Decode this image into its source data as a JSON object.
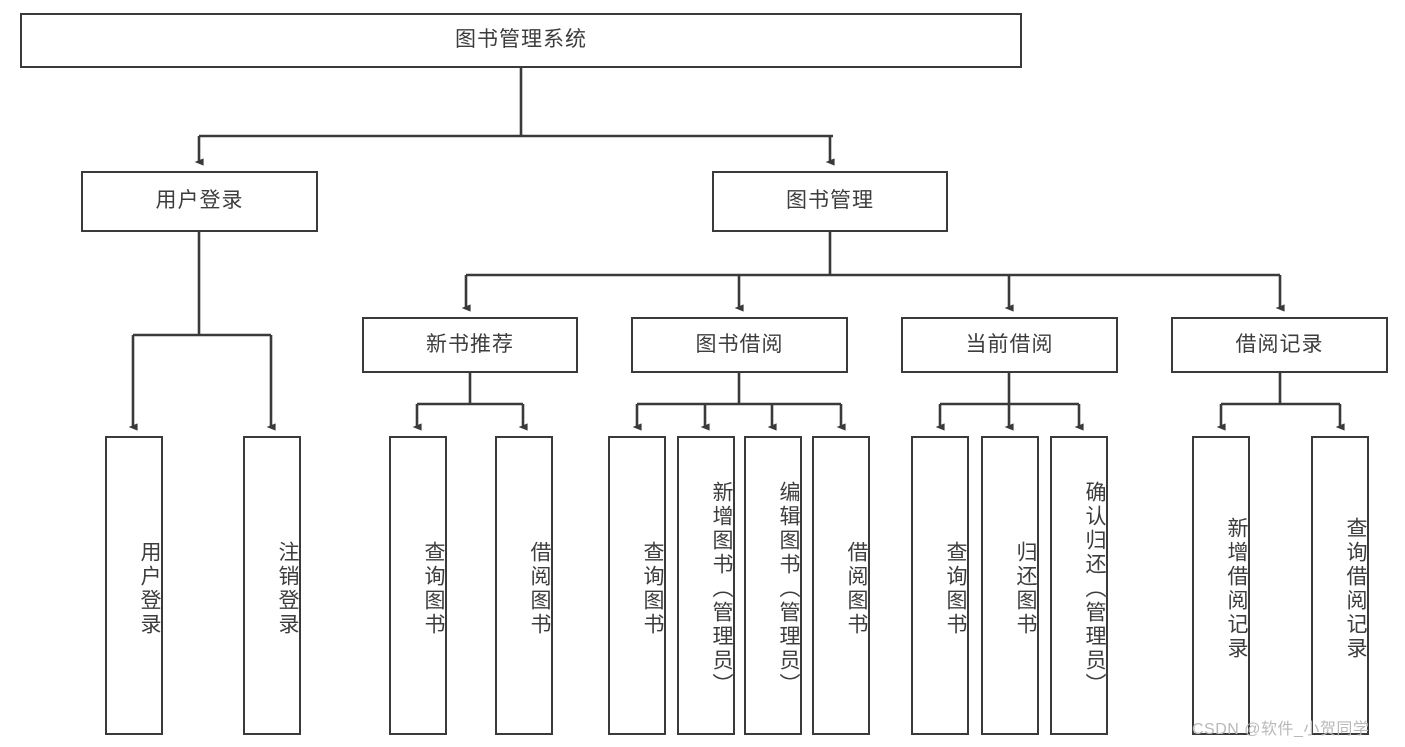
{
  "diagram": {
    "type": "tree",
    "title": "图书管理系统",
    "orientation": "top-down",
    "edge_style": "orthogonal-arrow",
    "colors": {
      "node_border": "#3a3a3a",
      "node_fill": "#ffffff",
      "edge": "#3a3a3a",
      "text": "#3d3d3d",
      "watermark": "#b9b9b9",
      "background": "#ffffff"
    },
    "watermark": "CSDN @软件_小贺同学",
    "nodes": {
      "root": {
        "label": "图书管理系统",
        "level": 1,
        "text_dir": "horizontal"
      },
      "user_login": {
        "label": "用户登录",
        "level": 2,
        "text_dir": "horizontal"
      },
      "book_manage": {
        "label": "图书管理",
        "level": 2,
        "text_dir": "horizontal"
      },
      "new_book_rec": {
        "label": "新书推荐",
        "level": 3,
        "text_dir": "horizontal"
      },
      "book_borrow": {
        "label": "图书借阅",
        "level": 3,
        "text_dir": "horizontal"
      },
      "current_borrow": {
        "label": "当前借阅",
        "level": 3,
        "text_dir": "horizontal"
      },
      "borrow_record": {
        "label": "借阅记录",
        "level": 3,
        "text_dir": "horizontal"
      },
      "leaf_user_login": {
        "label": "用户登录",
        "level": 4,
        "text_dir": "vertical"
      },
      "leaf_logout": {
        "label": "注销登录",
        "level": 4,
        "text_dir": "vertical"
      },
      "leaf_query_book_1": {
        "label": "查询图书",
        "level": 4,
        "text_dir": "vertical"
      },
      "leaf_borrow_book_1": {
        "label": "借阅图书",
        "level": 4,
        "text_dir": "vertical"
      },
      "leaf_query_book_2": {
        "label": "查询图书",
        "level": 4,
        "text_dir": "vertical"
      },
      "leaf_add_book": {
        "label": "新增图书（管理员）",
        "level": 4,
        "text_dir": "vertical"
      },
      "leaf_edit_book": {
        "label": "编辑图书（管理员）",
        "level": 4,
        "text_dir": "vertical"
      },
      "leaf_borrow_book_2": {
        "label": "借阅图书",
        "level": 4,
        "text_dir": "vertical"
      },
      "leaf_query_book_3": {
        "label": "查询图书",
        "level": 4,
        "text_dir": "vertical"
      },
      "leaf_return_book": {
        "label": "归还图书",
        "level": 4,
        "text_dir": "vertical"
      },
      "leaf_confirm_return": {
        "label": "确认归还（管理员）",
        "level": 4,
        "text_dir": "vertical"
      },
      "leaf_add_record": {
        "label": "新增借阅记录",
        "level": 4,
        "text_dir": "vertical"
      },
      "leaf_query_record": {
        "label": "查询借阅记录",
        "level": 4,
        "text_dir": "vertical"
      }
    },
    "edges": [
      {
        "from": "root",
        "to": "user_login"
      },
      {
        "from": "root",
        "to": "book_manage"
      },
      {
        "from": "user_login",
        "to": "leaf_user_login"
      },
      {
        "from": "user_login",
        "to": "leaf_logout"
      },
      {
        "from": "book_manage",
        "to": "new_book_rec"
      },
      {
        "from": "book_manage",
        "to": "book_borrow"
      },
      {
        "from": "book_manage",
        "to": "current_borrow"
      },
      {
        "from": "book_manage",
        "to": "borrow_record"
      },
      {
        "from": "new_book_rec",
        "to": "leaf_query_book_1"
      },
      {
        "from": "new_book_rec",
        "to": "leaf_borrow_book_1"
      },
      {
        "from": "book_borrow",
        "to": "leaf_query_book_2"
      },
      {
        "from": "book_borrow",
        "to": "leaf_add_book"
      },
      {
        "from": "book_borrow",
        "to": "leaf_edit_book"
      },
      {
        "from": "book_borrow",
        "to": "leaf_borrow_book_2"
      },
      {
        "from": "current_borrow",
        "to": "leaf_query_book_3"
      },
      {
        "from": "current_borrow",
        "to": "leaf_return_book"
      },
      {
        "from": "current_borrow",
        "to": "leaf_confirm_return"
      },
      {
        "from": "borrow_record",
        "to": "leaf_add_record"
      },
      {
        "from": "borrow_record",
        "to": "leaf_query_record"
      }
    ]
  }
}
